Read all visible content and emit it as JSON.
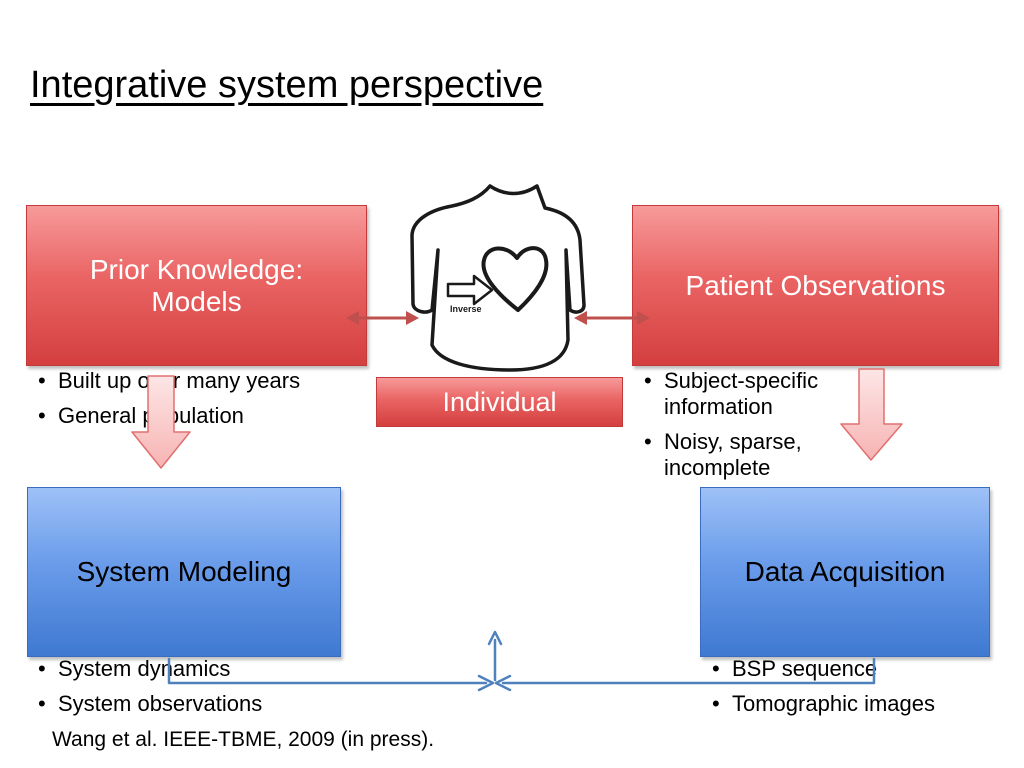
{
  "title": "Integrative system perspective",
  "prior_box": {
    "line1": "Prior Knowledge:",
    "line2": "Models"
  },
  "patient_box": {
    "label": "Patient Observations"
  },
  "individual_box": {
    "label": "Individual"
  },
  "torso": {
    "arrow_label": "Inverse"
  },
  "system_modeling_box": {
    "label": "System Modeling"
  },
  "data_acquisition_box": {
    "label": "Data Acquisition"
  },
  "prior_bullets": [
    "Built up over many years",
    "General population"
  ],
  "patient_bullets": [
    "Subject-specific information",
    "Noisy, sparse, incomplete"
  ],
  "system_bullets": [
    "System dynamics",
    "System observations"
  ],
  "data_bullets": [
    "BSP sequence",
    "Tomographic images"
  ],
  "citation": "Wang et al. IEEE-TBME, 2009 (in press).",
  "colors": {
    "red_box": "#e05252",
    "blue_box": "#5b8fe0",
    "connector_red": "#c0504d",
    "connector_blue": "#4f81bd",
    "down_arrow_fill": "#fbd0d0",
    "down_arrow_stroke": "#e07070"
  }
}
